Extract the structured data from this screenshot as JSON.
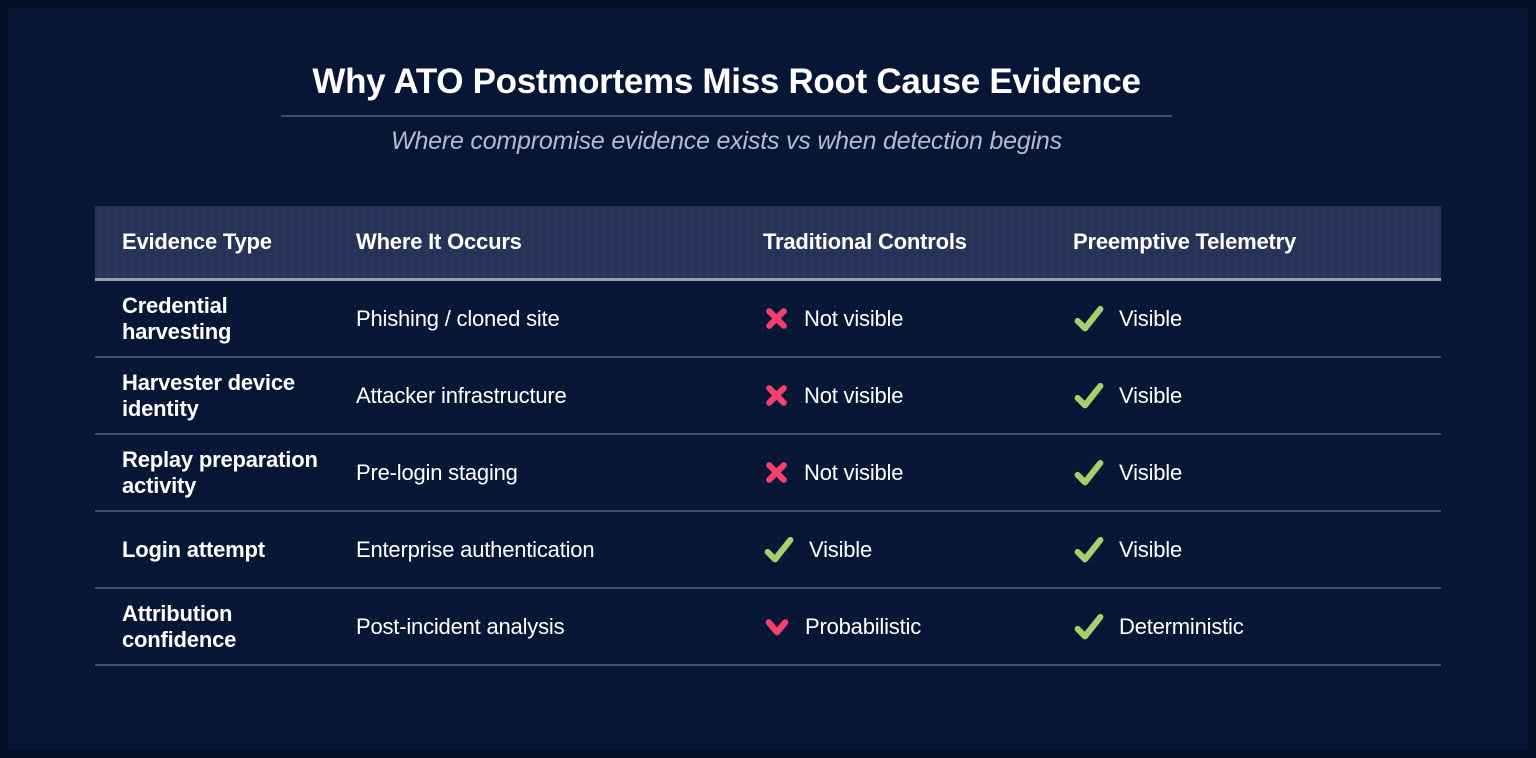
{
  "page": {
    "title": "Why ATO Postmortems Miss Root Cause Evidence",
    "subtitle": "Where compromise evidence exists vs when detection begins"
  },
  "colors": {
    "background": "#071634",
    "frame": "#040F24",
    "text": "#FFFFFF",
    "subtitle_text": "#B4BBCE",
    "title_divider": "#3F4C68",
    "header_bg": "#263357",
    "header_divider": "#99A2B5",
    "row_divider": "#3E4E70",
    "negative": "#F43F6F",
    "positive": "#A3D16B"
  },
  "icons": {
    "x-icon": "✗",
    "check-icon": "✓",
    "chevron-down-icon": "⌄"
  },
  "chart_data": {
    "type": "table",
    "title": "Why ATO Postmortems Miss Root Cause Evidence",
    "subtitle": "Where compromise evidence exists vs when detection begins",
    "columns": [
      "Evidence Type",
      "Where It Occurs",
      "Traditional Controls",
      "Preemptive Telemetry"
    ],
    "rows": [
      {
        "evidence_type": "Credential harvesting",
        "where_it_occurs": "Phishing / cloned site",
        "traditional_controls": {
          "icon": "x-icon",
          "status": "Not visible"
        },
        "preemptive_telemetry": {
          "icon": "check-icon",
          "status": "Visible"
        }
      },
      {
        "evidence_type": "Harvester device identity",
        "where_it_occurs": "Attacker infrastructure",
        "traditional_controls": {
          "icon": "x-icon",
          "status": "Not visible"
        },
        "preemptive_telemetry": {
          "icon": "check-icon",
          "status": "Visible"
        }
      },
      {
        "evidence_type": "Replay preparation activity",
        "where_it_occurs": "Pre-login staging",
        "traditional_controls": {
          "icon": "x-icon",
          "status": "Not visible"
        },
        "preemptive_telemetry": {
          "icon": "check-icon",
          "status": "Visible"
        }
      },
      {
        "evidence_type": "Login attempt",
        "where_it_occurs": "Enterprise authentication",
        "traditional_controls": {
          "icon": "check-icon",
          "status": "Visible"
        },
        "preemptive_telemetry": {
          "icon": "check-icon",
          "status": "Visible"
        }
      },
      {
        "evidence_type": "Attribution confidence",
        "where_it_occurs": "Post-incident analysis",
        "traditional_controls": {
          "icon": "chevron-down-icon",
          "status": "Probabilistic"
        },
        "preemptive_telemetry": {
          "icon": "check-icon",
          "status": "Deterministic"
        }
      }
    ]
  }
}
